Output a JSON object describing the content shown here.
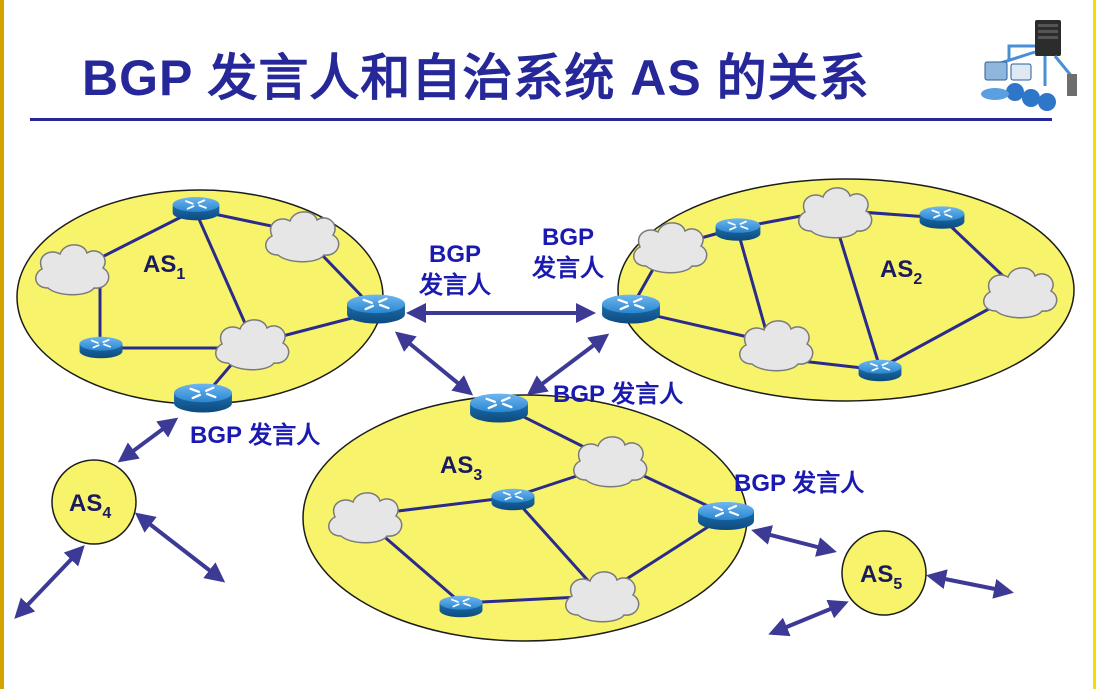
{
  "title": "BGP 发言人和自治系统 AS 的关系",
  "colors": {
    "title": "#26289a",
    "rule": "#26289a",
    "label": "#1a1ab0",
    "as_fill": "#f7f46b",
    "as_stroke": "#1c1c1c",
    "link": "#2b2b8c",
    "arrow": "#3d3a96",
    "router": "#1f73b8",
    "left_edge": "#d4a300"
  },
  "as_labels": {
    "as1": {
      "base": "AS",
      "sub": "1"
    },
    "as2": {
      "base": "AS",
      "sub": "2"
    },
    "as3": {
      "base": "AS",
      "sub": "3"
    },
    "as4": {
      "base": "AS",
      "sub": "4"
    },
    "as5": {
      "base": "AS",
      "sub": "5"
    }
  },
  "speaker_labels": {
    "as1_right": {
      "line1": "BGP",
      "line2": "发言人"
    },
    "as2_left": {
      "line1": "BGP",
      "line2": "发言人"
    },
    "as3_top": "BGP 发言人",
    "as1_bottom": "BGP 发言人",
    "as3_right": "BGP 发言人"
  },
  "icons": {
    "router": "router-icon",
    "cloud": "network-cloud-icon",
    "header": "network-servers-icon"
  }
}
